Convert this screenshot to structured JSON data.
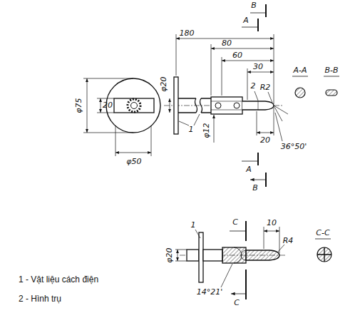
{
  "diagram": {
    "labels": [
      "B",
      "A",
      "180",
      "80",
      "60",
      "30",
      "2",
      "R2",
      "A-A",
      "B-B",
      "φ20",
      "φ75",
      "20",
      "1",
      "φ12",
      "20",
      "36°50'",
      "φ50",
      "A",
      "B",
      "φ20",
      "1",
      "C",
      "10",
      "R4",
      "C-C",
      "14°21'",
      "C",
      "1 - Vật liệu cách điện",
      "2 - Hình trụ"
    ]
  }
}
